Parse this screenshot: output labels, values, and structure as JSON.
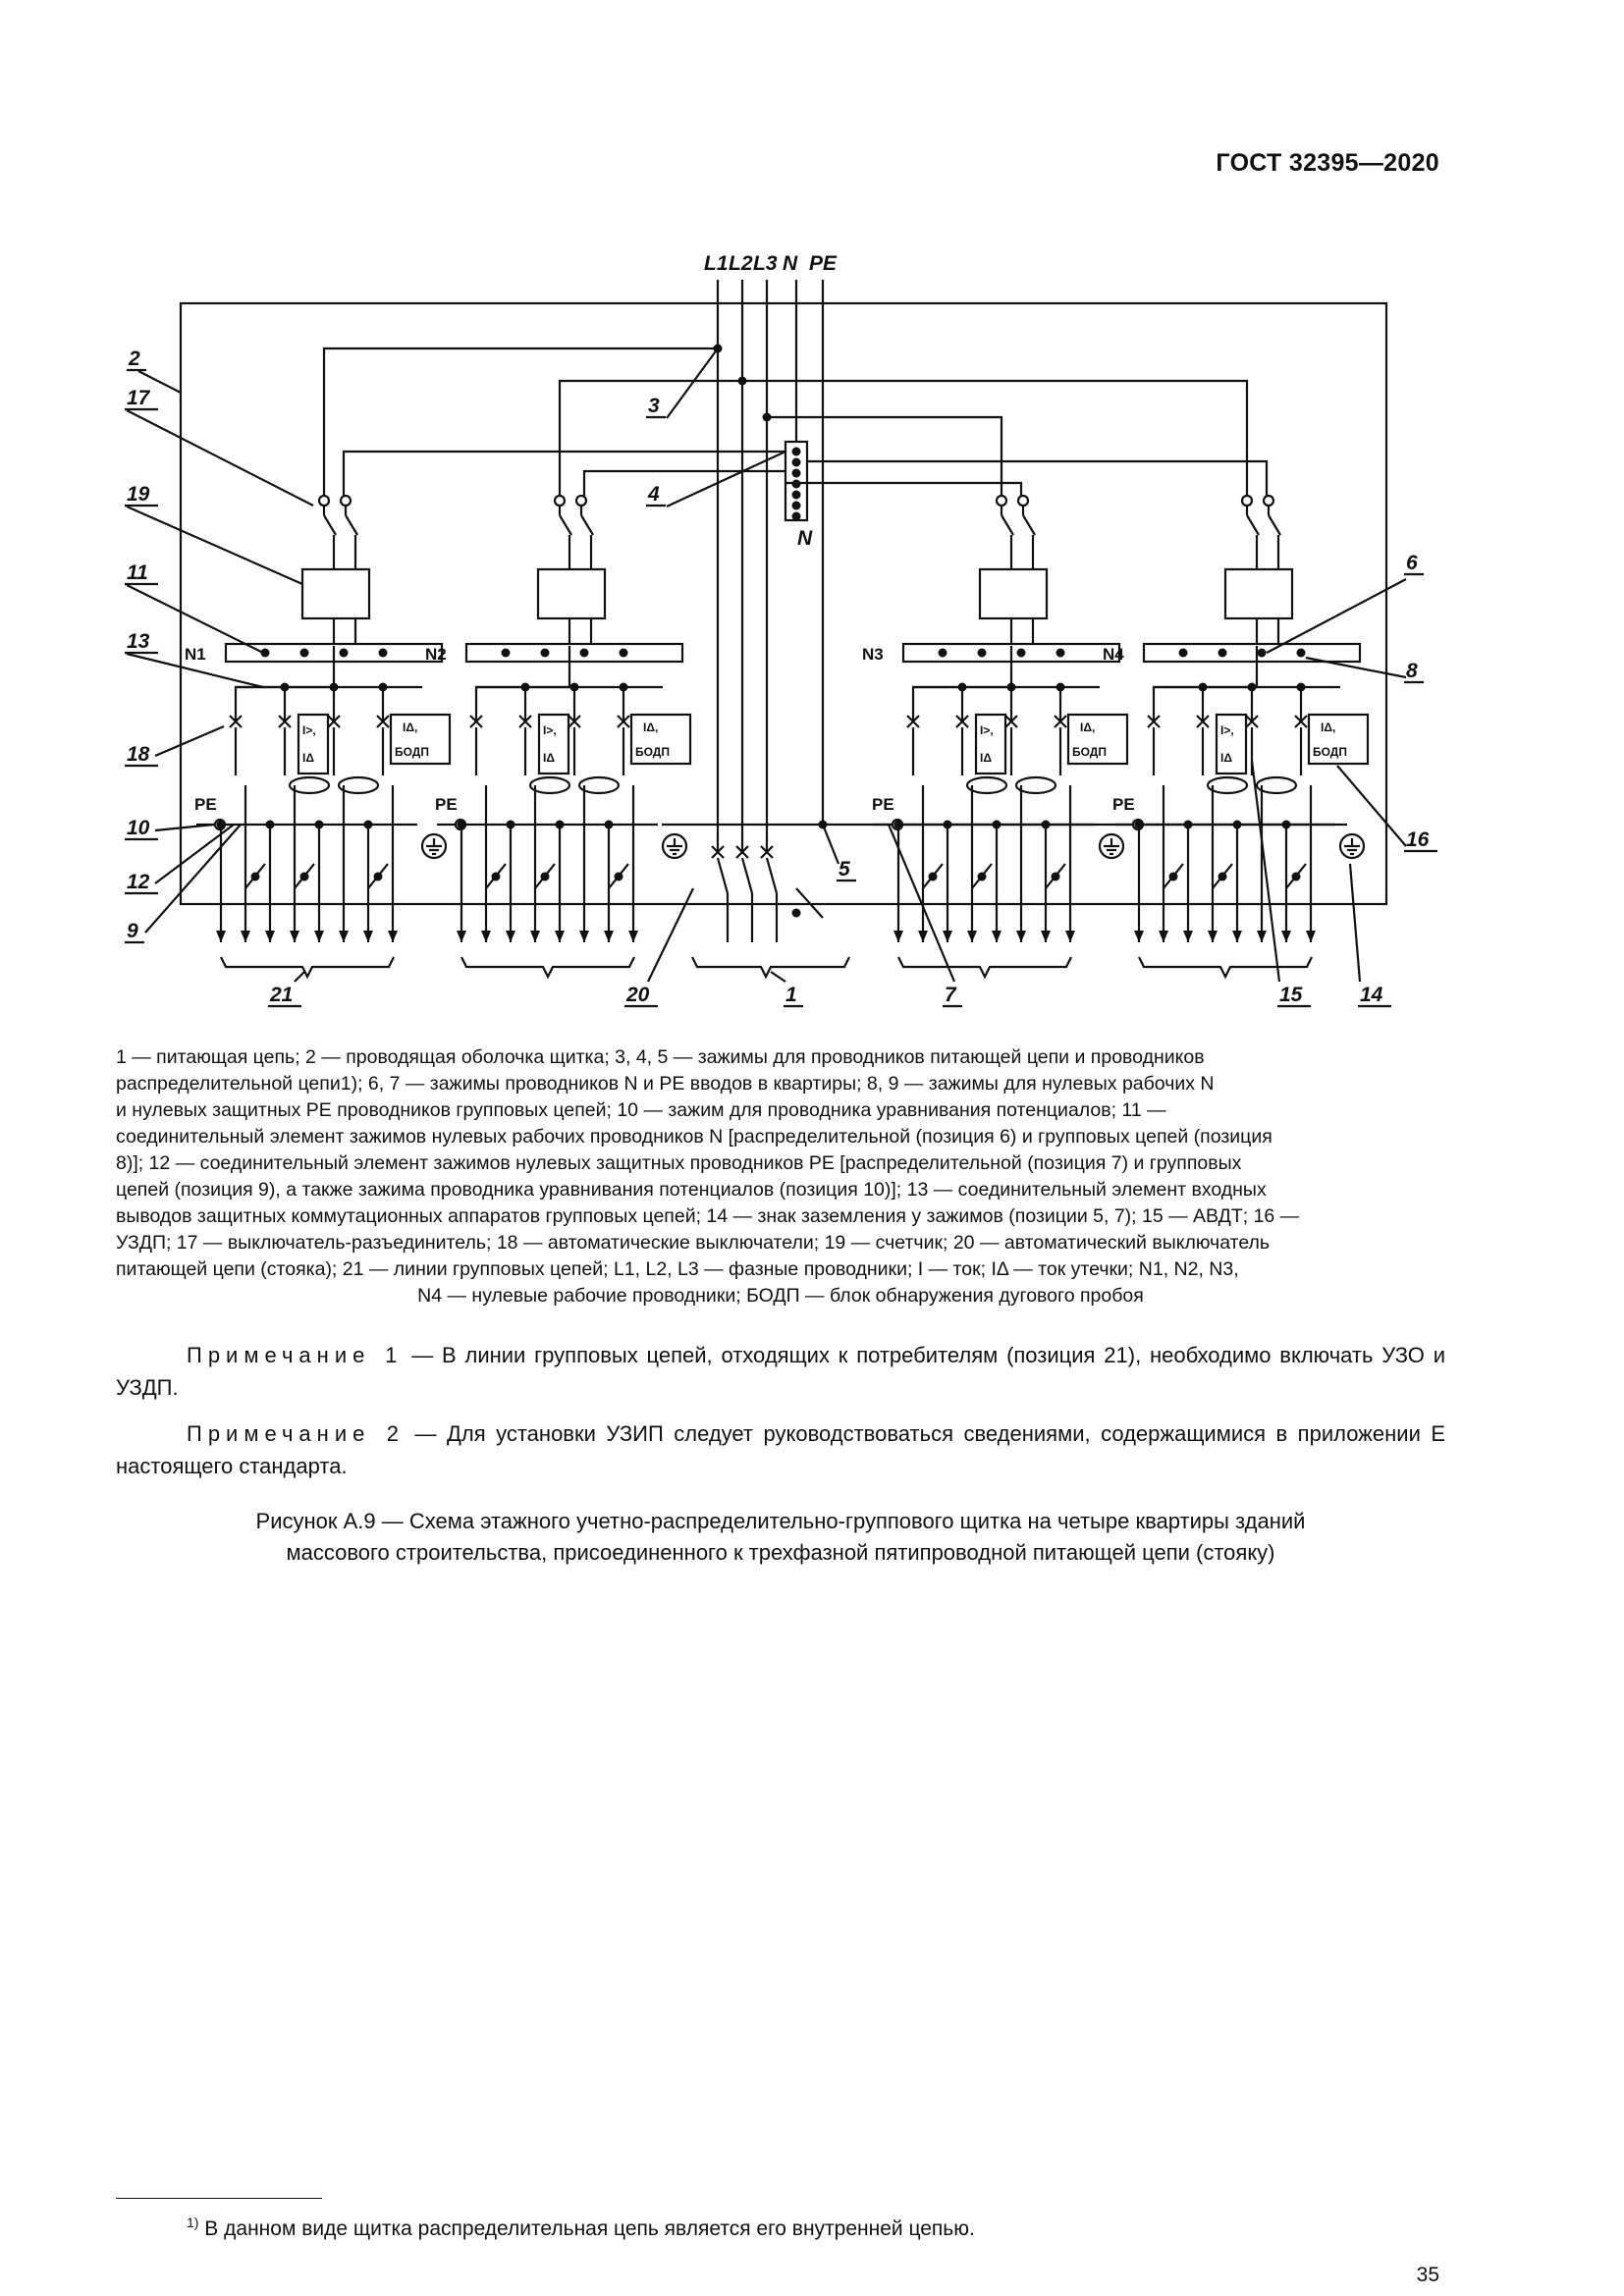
{
  "header": {
    "standard": "ГОСТ 32395—2020"
  },
  "diagram": {
    "bus_top": [
      "L1",
      "L2",
      "L3",
      "N",
      "PE"
    ],
    "n_bus": "N",
    "pe_label": "PE",
    "groups": [
      "N1",
      "N2",
      "N3",
      "N4"
    ],
    "device_i": "I>,",
    "device_idelta": "IΔ",
    "bodp_line1": "IΔ,",
    "bodp_line2": "БОДП",
    "callouts": [
      "1",
      "2",
      "3",
      "4",
      "5",
      "6",
      "7",
      "8",
      "9",
      "10",
      "11",
      "12",
      "13",
      "14",
      "15",
      "16",
      "17",
      "18",
      "19",
      "20",
      "21"
    ]
  },
  "legend": {
    "line1": "1 — питающая цепь; 2 — проводящая оболочка щитка; 3, 4, 5 — зажимы для проводников питающей цепи и проводников",
    "line2": "распределительной цепи1); 6, 7 — зажимы проводников N и PE вводов в квартиры; 8, 9 — зажимы для нулевых рабочих N",
    "line3": "и нулевых защитных PE проводников групповых цепей; 10 — зажим для проводника уравнивания потенциалов; 11 —",
    "line4": "соединительный элемент зажимов нулевых рабочих проводников N [распределительной (позиция 6) и групповых цепей (позиция",
    "line5": "8)]; 12 — соединительный элемент зажимов нулевых защитных проводников PE [распределительной (позиция 7) и групповых",
    "line6": "цепей (позиция 9), а также зажима проводника уравнивания потенциалов (позиция 10)]; 13 — соединительный элемент входных",
    "line7": "выводов защитных коммутационных аппаратов групповых цепей; 14 — знак заземления у зажимов (позиции 5, 7); 15 — АВДТ; 16 —",
    "line8": "УЗДП; 17 — выключатель-разъединитель; 18 — автоматические выключатели; 19 — счетчик; 20 — автоматический выключатель",
    "line9": "питающей цепи (стояка); 21 — линии групповых цепей; L1, L2, L3 — фазные проводники; I — ток; IΔ — ток утечки; N1, N2, N3,",
    "line10": "N4 — нулевые рабочие проводники; БОДП — блок обнаружения дугового пробоя"
  },
  "notes": {
    "note1_head": "Примечание 1",
    "note1_text": " — В линии групповых цепей, отходящих к потребителям (позиция 21), необходимо включать УЗО и УЗДП.",
    "note2_head": "Примечание 2",
    "note2_text": " — Для установки УЗИП следует руководствоваться сведениями, содержащимися в приложении Е настоящего стандарта."
  },
  "caption": {
    "line1": "Рисунок А.9 — Схема этажного учетно-распределительно-группового щитка на четыре квартиры зданий",
    "line2": "массового строительства, присоединенного к трехфазной пятипроводной питающей цепи (стояку)"
  },
  "footnote": {
    "mark": "1)",
    "text": "В данном виде щитка распределительная цепь является его внутренней цепью."
  },
  "page_number": "35"
}
